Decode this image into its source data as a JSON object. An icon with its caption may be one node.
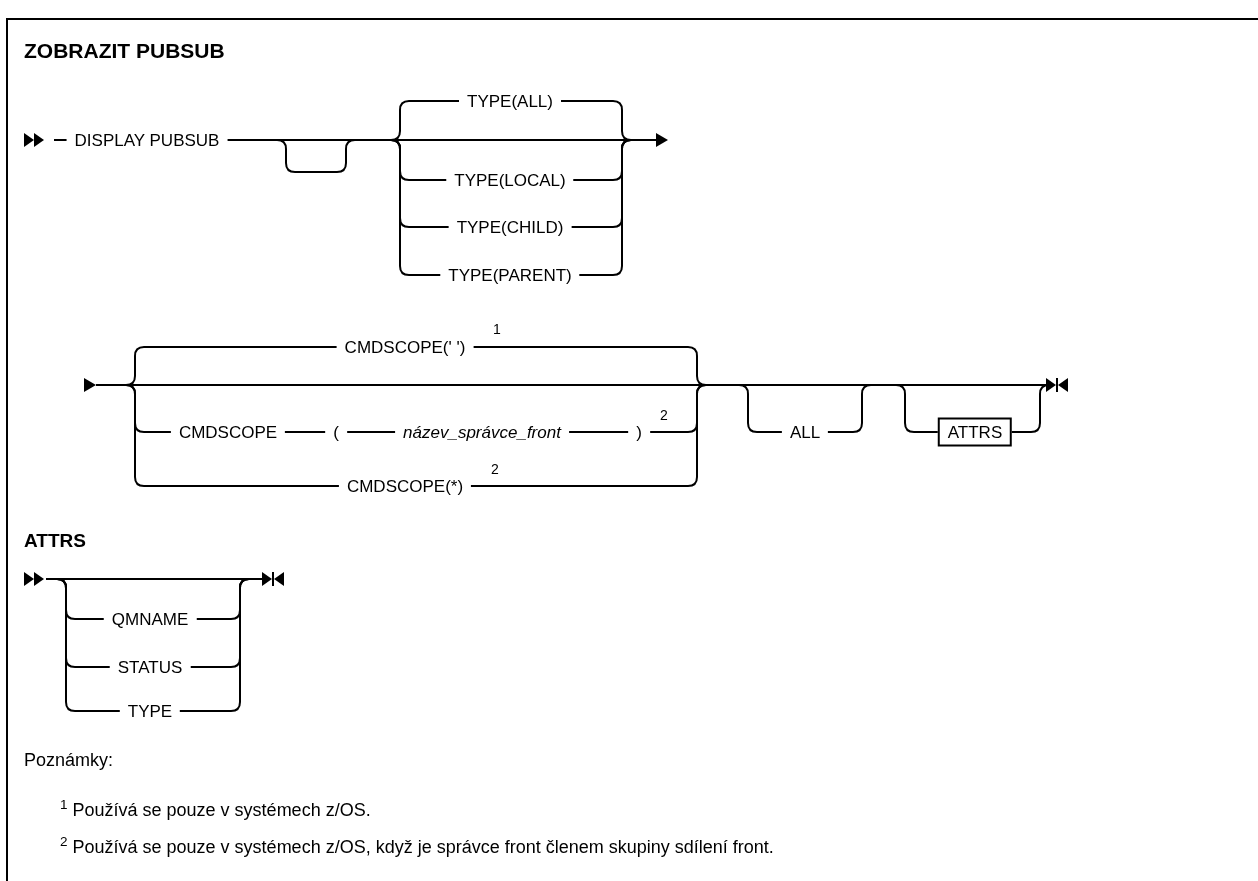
{
  "diagram": {
    "title": "ZOBRAZIT PUBSUB",
    "nodes": [
      {
        "text": [
          "ATTRS"
        ]
      }
    ],
    "edges": [],
    "labels": [
      "DISPLAY PUBSUB",
      "TYPE(ALL)",
      "TYPE(LOCAL)",
      "TYPE(CHILD)",
      "TYPE(PARENT)",
      "CMDSCOPE(' ')",
      "1",
      "CMDSCOPE",
      "(",
      "název_správce_front",
      ")",
      "2",
      "CMDSCOPE(*)",
      "2",
      "ALL",
      "ATTRS",
      "QMNAME",
      "STATUS",
      "TYPE",
      "Poznámky:",
      "$^{1}$ Používá se pouze v systémech z/OS.",
      "$^{2}$ Používá se pouze v systémech z/OS, když je správce front členem skupiny sdílení front."
    ]
  }
}
